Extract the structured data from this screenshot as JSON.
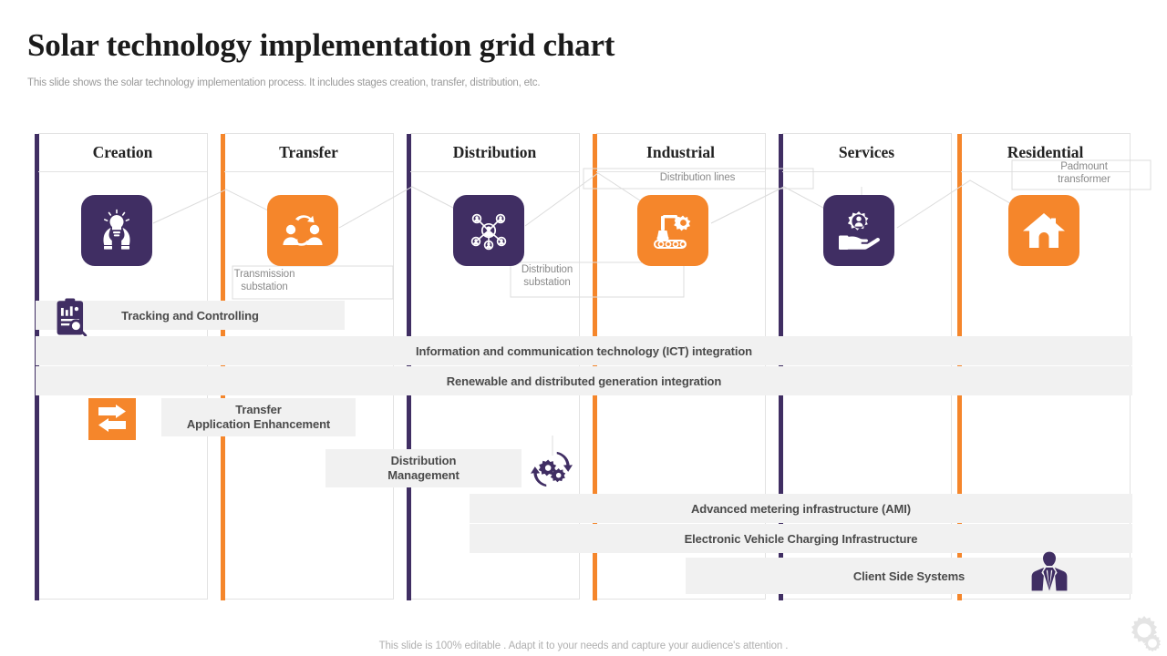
{
  "header": {
    "title": "Solar technology implementation grid chart",
    "subtitle": "This slide shows the solar technology implementation process. It includes stages creation, transfer, distribution, etc."
  },
  "columns": [
    {
      "label": "Creation",
      "accent": "#402e63"
    },
    {
      "label": "Transfer",
      "accent": "#f5862b"
    },
    {
      "label": "Distribution",
      "accent": "#402e63"
    },
    {
      "label": "Industrial",
      "accent": "#f5862b"
    },
    {
      "label": "Services",
      "accent": "#402e63"
    },
    {
      "label": "Residential",
      "accent": "#f5862b"
    }
  ],
  "captions": {
    "transmission_substation": "Transmission\nsubstation",
    "distribution_substation": "Distribution\nsubstation",
    "distribution_lines": "Distribution lines",
    "padmount_transformer": "Padmount\ntransformer"
  },
  "bands": {
    "tracking": "Tracking and Controlling",
    "ict": "Information and communication technology (ICT) integration",
    "renewable": "Renewable and distributed generation integration",
    "transfer_app": "Transfer\nApplication Enhancement",
    "distribution_mgmt": "Distribution\nManagement",
    "ami": "Advanced metering infrastructure  (AMI)",
    "ev": "Electronic Vehicle Charging Infrastructure",
    "client": "Client Side Systems"
  },
  "icons": {
    "creation": "hands-lightbulb-icon",
    "transfer": "people-exchange-icon",
    "distribution": "network-nodes-icon",
    "industrial": "robot-arm-gear-icon",
    "services": "hand-gear-person-icon",
    "residential": "house-icon",
    "tracking": "clipboard-magnifier-icon",
    "transfer_app": "two-way-arrows-icon",
    "distribution_mgmt": "gears-cycle-icon",
    "client": "businessman-icon",
    "watermark": "gear-icon"
  },
  "colors": {
    "purple": "#402e63",
    "orange": "#f5862b",
    "band": "#f1f1f1",
    "text": "#4a4a4a",
    "muted": "#8a8a8a"
  },
  "footer": {
    "note": "This slide is 100% editable . Adapt it to your needs and capture your audience's attention ."
  }
}
